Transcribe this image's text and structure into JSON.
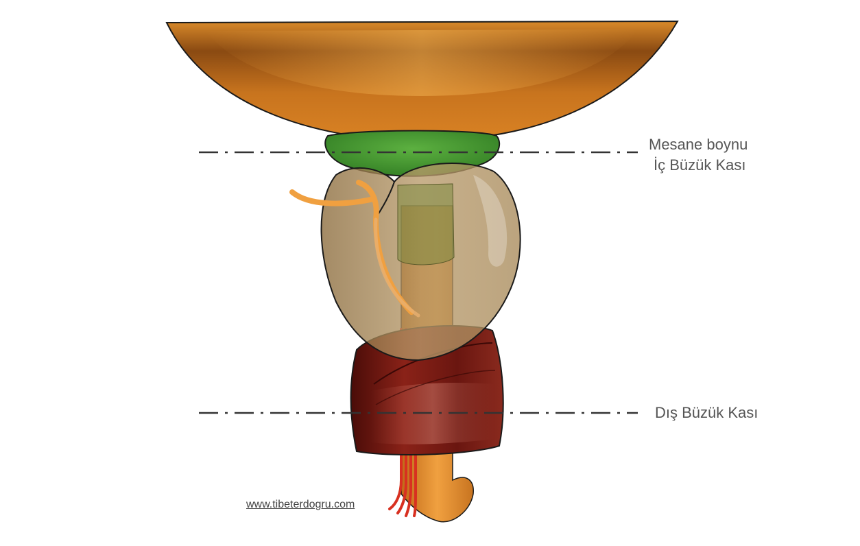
{
  "labels": {
    "bladder_neck": "Mesane boynu",
    "internal_sphincter": "İç Büzük Kası",
    "external_sphincter": "Dış Büzük Kası"
  },
  "watermark": "www.tibeterdogru.com",
  "colors": {
    "bladder": "#c8741e",
    "bladder_neck_muscle": "#3a8a2a",
    "prostate": "#9a7a4a",
    "external_sphincter": "#7a1a14",
    "urethra": "#d9822a",
    "vas_deferens": "#f0a040",
    "nerves": "#d83020",
    "label_text": "#555555"
  }
}
